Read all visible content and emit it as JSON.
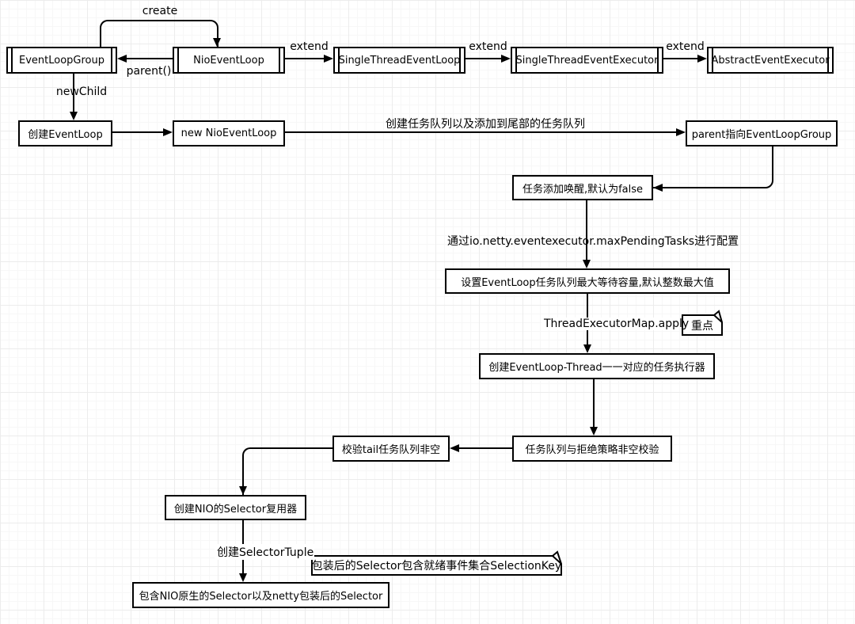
{
  "colors": {
    "stroke": "#000000",
    "box_fill": "#ffffff",
    "grid_minor": "#f7f7f7",
    "grid_major": "#ececec"
  },
  "class_hierarchy": {
    "boxes": [
      "EventLoopGroup",
      "NioEventLoop",
      "SingleThreadEventLoop",
      "SingleThreadEventExecutor",
      "AbstractEventExecutor"
    ],
    "labels": {
      "create": "create",
      "parent": "parent()",
      "extend_1": "extend",
      "extend_2": "extend",
      "extend_3": "extend",
      "new_child": "newChild"
    }
  },
  "flow": {
    "nodes": {
      "create_eventloop": "创建EventLoop",
      "new_nio_eventloop": "new NioEventLoop",
      "parent_points_group": "parent指向EventLoopGroup",
      "task_add_wakeup": "任务添加唤醒,默认为false",
      "set_queue_capacity": "设置EventLoop任务队列最大等待容量,默认整数最大值",
      "create_task_executor": "创建EventLoop-Thread一一对应的任务执行器",
      "queue_reject_check": "任务队列与拒绝策略非空校验",
      "tail_queue_check": "校验tail任务队列非空",
      "create_nio_selector": "创建NIO的Selector复用器",
      "selector_wrap_result": "包含NIO原生的Selector以及netty包装后的Selector"
    },
    "edge_labels": {
      "create_task_queue": "创建任务队列以及添加到尾部的任务队列",
      "max_pending_config": "通过io.netty.eventexecutor.maxPendingTasks进行配置",
      "thread_executor_map": "ThreadExecutorMap.apply",
      "create_selector_tuple": "创建SelectorTuple"
    },
    "notes": {
      "key_point": "重点",
      "wrapped_selector": "包装后的Selector包含就绪事件集合SelectionKey"
    }
  }
}
